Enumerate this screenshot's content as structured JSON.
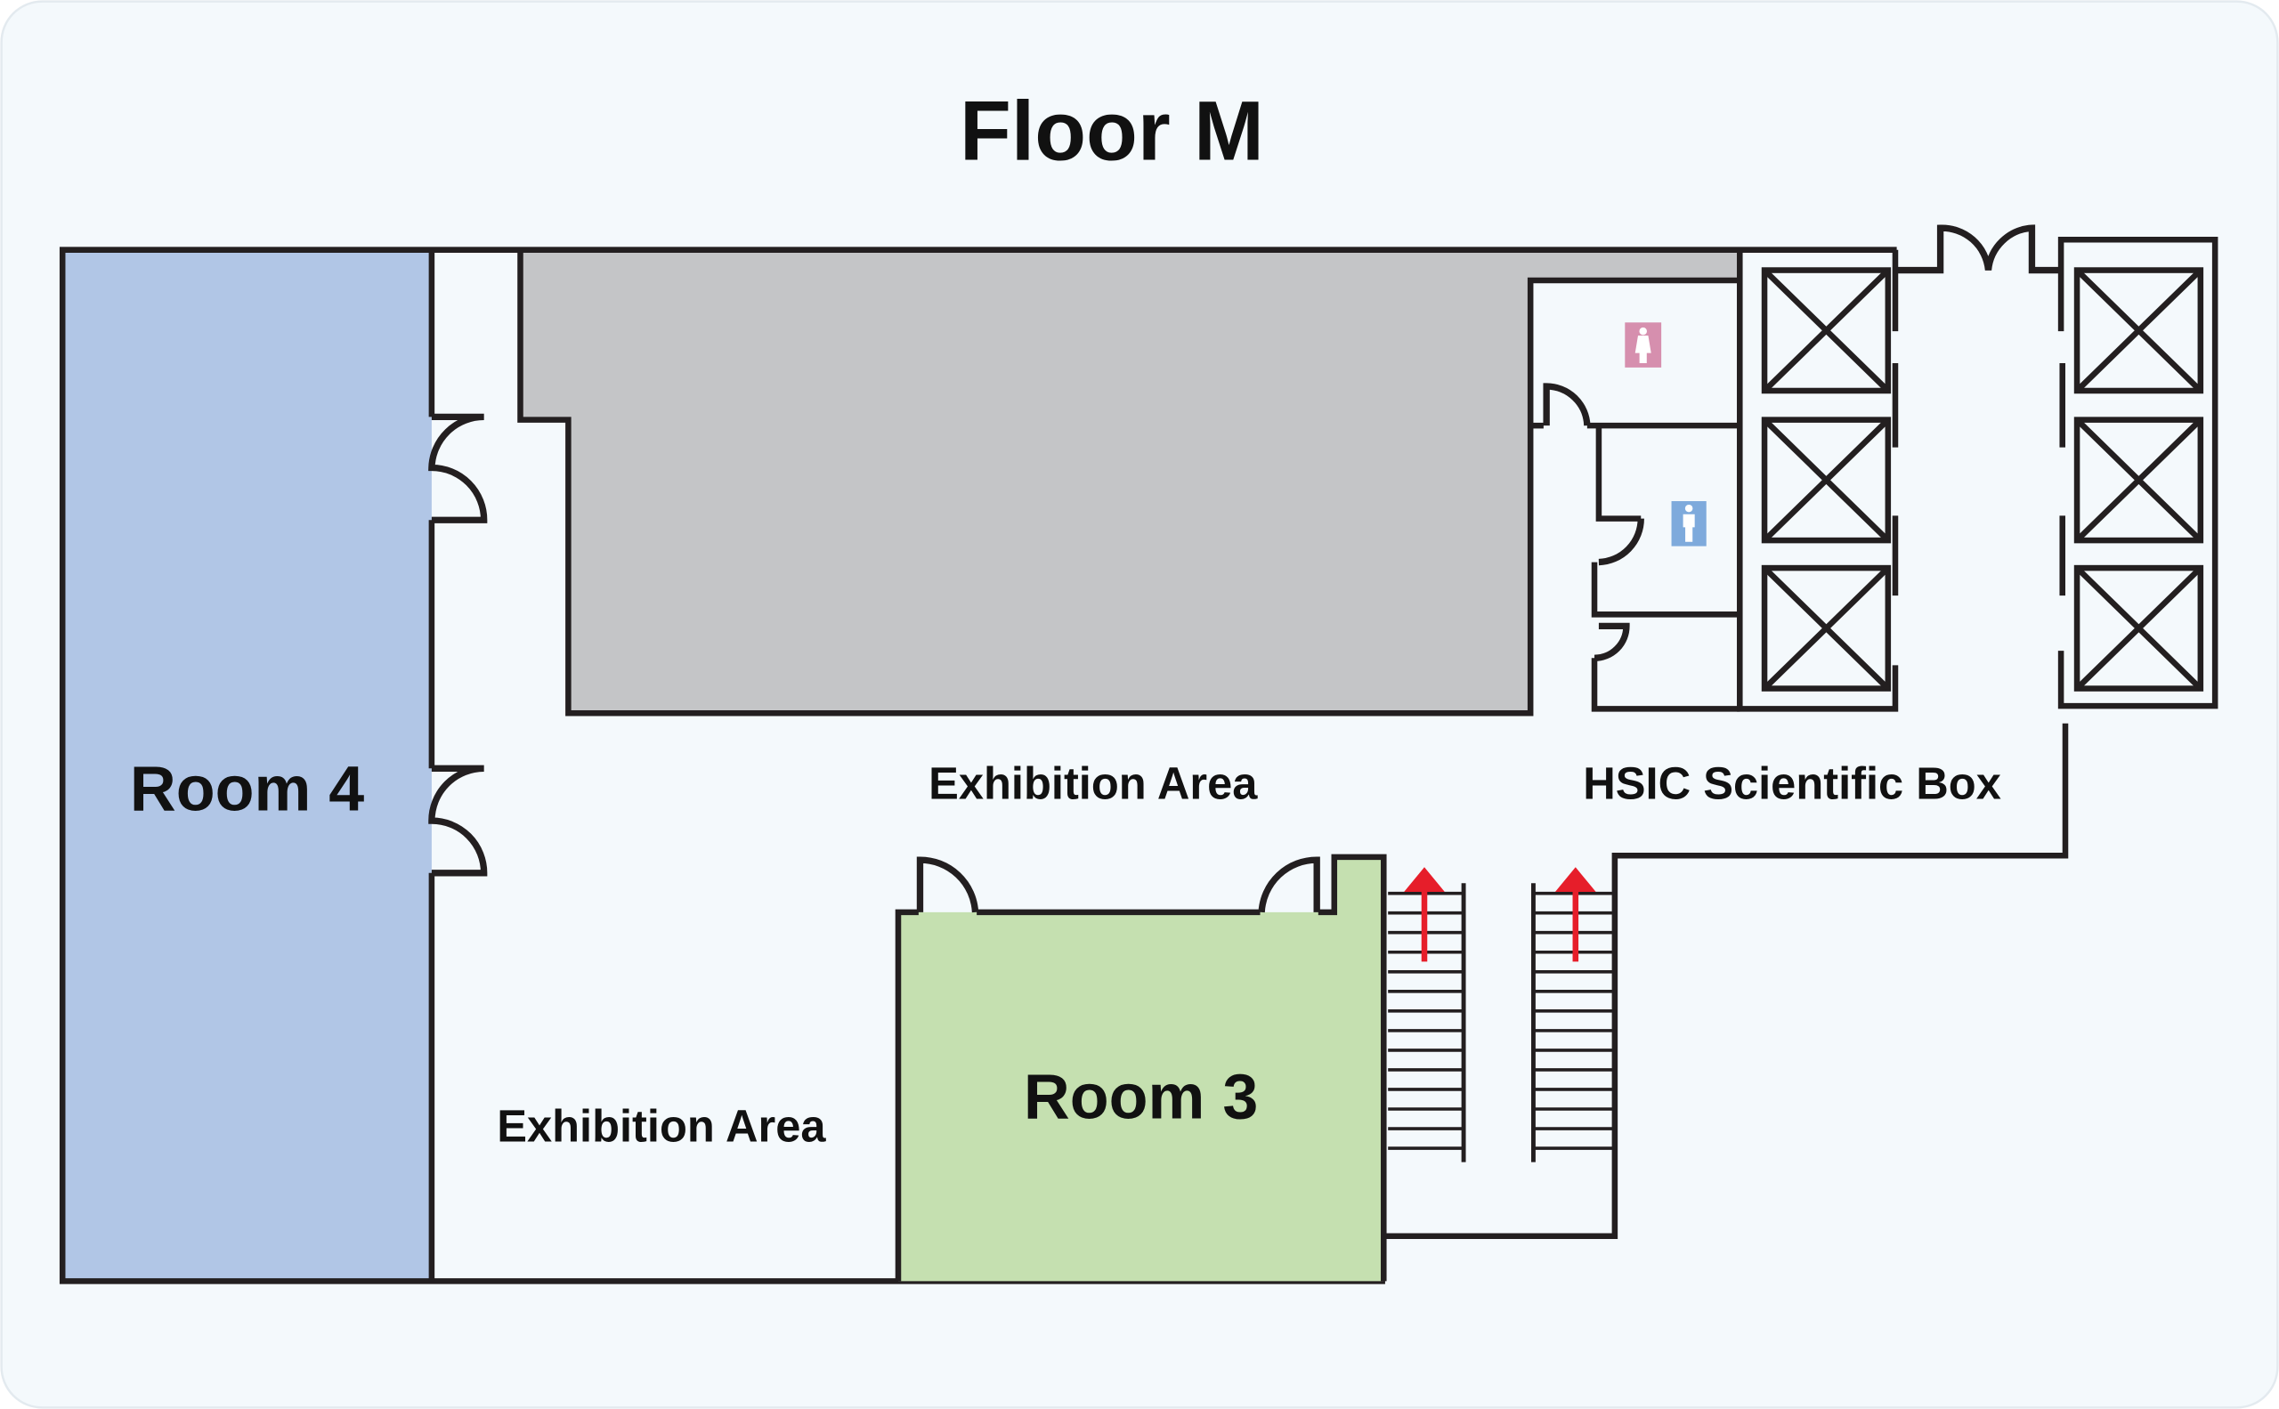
{
  "title": "Floor M",
  "rooms": {
    "room4": {
      "label": "Room 4",
      "color": "#b1c6e6"
    },
    "room3": {
      "label": "Room 3",
      "color": "#c5e0b0"
    }
  },
  "areas": {
    "exhibition_upper": "Exhibition Area",
    "exhibition_lower": "Exhibition Area",
    "hsic": "HSIC Scientific Box"
  },
  "icons": {
    "women_restroom": "women-restroom-icon",
    "men_restroom": "men-restroom-icon",
    "elevator": "elevator-icon",
    "stairs_up": "up-arrow-icon"
  },
  "colors": {
    "background": "#f4f9fc",
    "blocked_area": "#c4c5c7",
    "walls": "#231f20",
    "women": "#d68fae",
    "men": "#7eaadc",
    "arrow": "#e61e2a"
  }
}
